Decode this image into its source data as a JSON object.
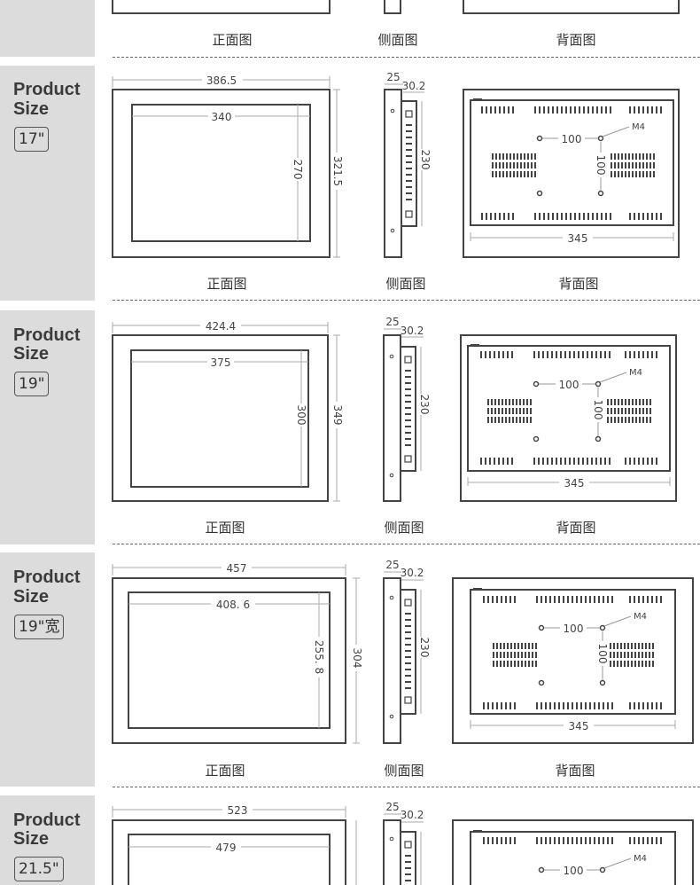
{
  "view_labels": {
    "front": "正面图",
    "side": "侧面图",
    "back": "背面图"
  },
  "products": [
    {
      "title_line1": "Product",
      "title_line2": "Size",
      "size": "17\"",
      "front": {
        "outer_width": "386.5",
        "inner_width": "340",
        "inner_height": "270",
        "outer_height": "321.5"
      },
      "side": {
        "depth_total": "25",
        "depth_body": "30.2",
        "port_span": "230"
      },
      "back": {
        "vesa_h": "100",
        "vesa_v": "100",
        "screw": "M4",
        "width": "345"
      }
    },
    {
      "title_line1": "Product",
      "title_line2": "Size",
      "size": "19\"",
      "front": {
        "outer_width": "424.4",
        "inner_width": "375",
        "inner_height": "300",
        "outer_height": "349"
      },
      "side": {
        "depth_total": "25",
        "depth_body": "30.2",
        "port_span": "230"
      },
      "back": {
        "vesa_h": "100",
        "vesa_v": "100",
        "screw": "M4",
        "width": "345"
      }
    },
    {
      "title_line1": "Product",
      "title_line2": "Size",
      "size": "19\"宽",
      "front": {
        "outer_width": "457",
        "inner_width": "408. 6",
        "inner_height": "255. 8",
        "outer_height": "304"
      },
      "side": {
        "depth_total": "25",
        "depth_body": "30.2",
        "port_span": "230"
      },
      "back": {
        "vesa_h": "100",
        "vesa_v": "100",
        "screw": "M4",
        "width": "345"
      }
    },
    {
      "title_line1": "Product",
      "title_line2": "Size",
      "size": "21.5\"",
      "front": {
        "outer_width": "523",
        "inner_width": "479"
      },
      "side": {
        "depth_total": "25",
        "depth_body": "30.2"
      },
      "back": {
        "vesa_h": "100",
        "screw": "M4"
      }
    }
  ]
}
